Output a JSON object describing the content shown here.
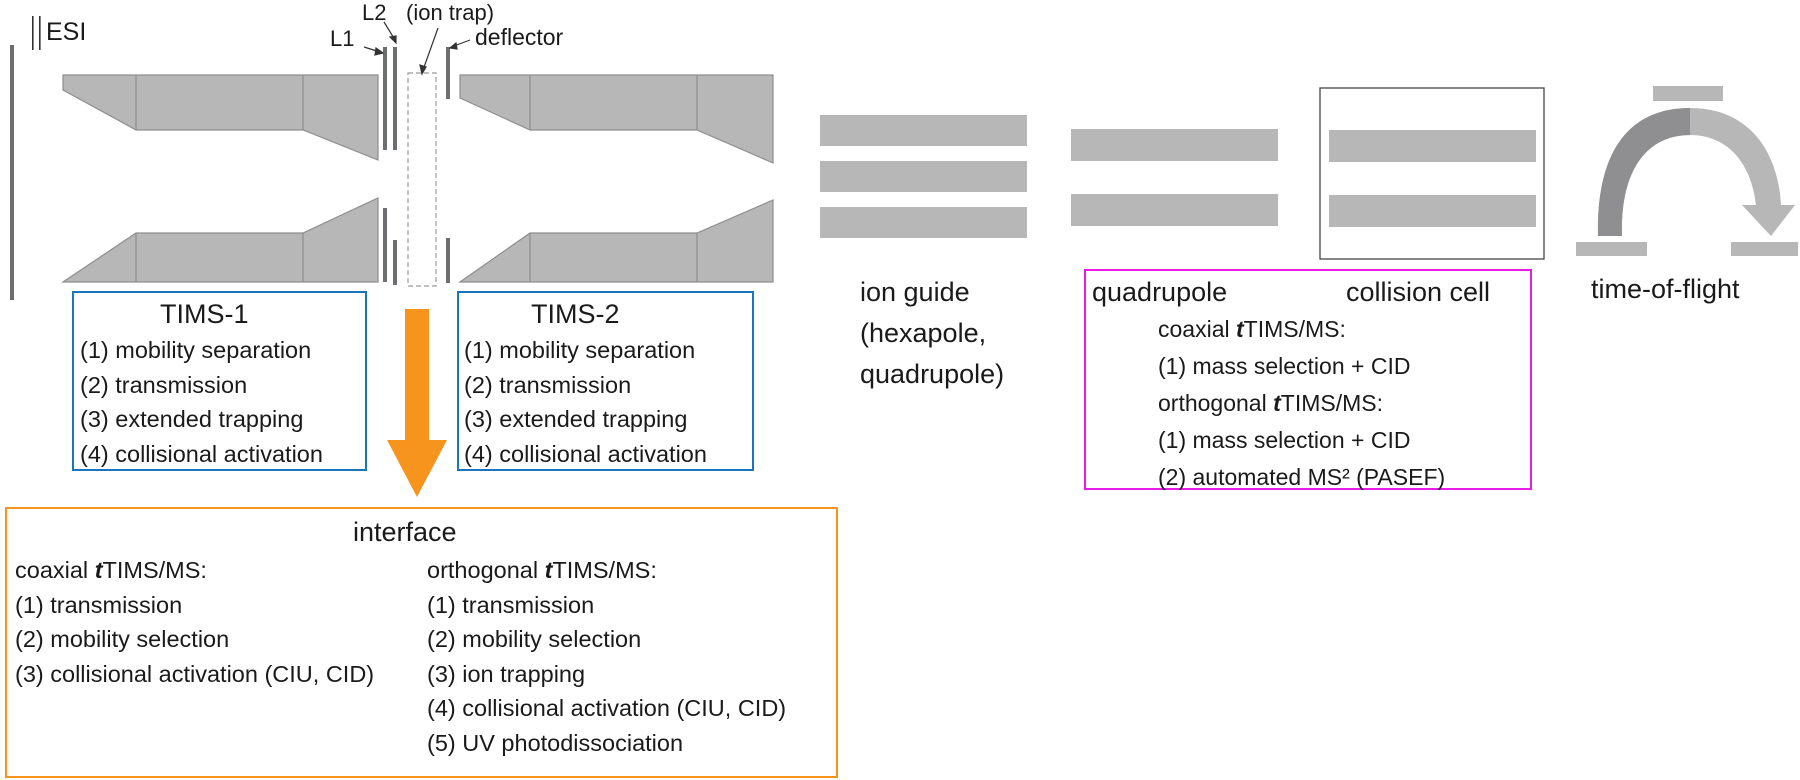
{
  "labels": {
    "esi": "ESI",
    "l1": "L1",
    "l2": "L2",
    "ion_trap": "(ion trap)",
    "deflector": "deflector",
    "ion_guide_1": "ion guide",
    "ion_guide_2": "(hexapole,",
    "ion_guide_3": "quadrupole)",
    "time_of_flight": "time-of-flight"
  },
  "tims1": {
    "title": "TIMS-1",
    "items": [
      "(1) mobility separation",
      "(2) transmission",
      "(3) extended trapping",
      "(4) collisional activation"
    ]
  },
  "tims2": {
    "title": "TIMS-2",
    "items": [
      "(1) mobility separation",
      "(2) transmission",
      "(3) extended trapping",
      "(4) collisional activation"
    ]
  },
  "quad_box": {
    "quadrupole_label": "quadrupole",
    "collision_cell_label": "collision cell",
    "coaxial_prefix": "coaxial ",
    "t_letter": "t",
    "tims_ms": "TIMS/MS:",
    "coaxial_items": [
      "(1) mass selection + CID"
    ],
    "orthogonal_prefix": "orthogonal ",
    "orthogonal_items": [
      "(1) mass selection + CID",
      "(2) automated MS² (PASEF)"
    ]
  },
  "interface": {
    "title": "interface",
    "coaxial_prefix": "coaxial ",
    "t_letter": "t",
    "tims_ms": "TIMS/MS:",
    "coaxial_items": [
      "(1) transmission",
      "(2) mobility selection",
      "(3) collisional activation (CIU, CID)"
    ],
    "orthogonal_prefix": "orthogonal ",
    "orthogonal_items": [
      "(1) transmission",
      "(2) mobility selection",
      "(3) ion trapping",
      "(4) collisional activation (CIU, CID)",
      "(5) UV photodissociation"
    ]
  },
  "colors": {
    "element_gray": "#b7b7b8",
    "electrode_gray": "#6d6e71",
    "tims_box": "#1b75bb",
    "quad_box": "#ec1ce8",
    "interface_box": "#f7941d",
    "arrow": "#f7941d"
  }
}
